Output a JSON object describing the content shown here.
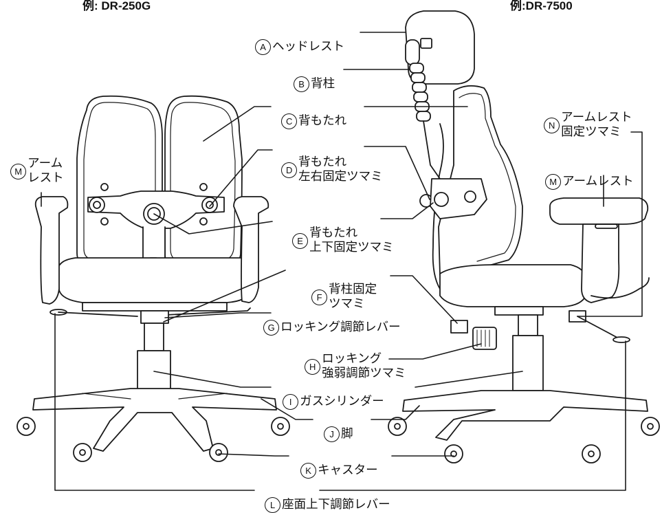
{
  "examples": {
    "left": "例: DR-250G",
    "right": "例:DR-7500"
  },
  "parts": {
    "A": {
      "letter": "A",
      "text": "ヘッドレスト"
    },
    "B": {
      "letter": "B",
      "text": "背柱"
    },
    "C": {
      "letter": "C",
      "text": "背もたれ"
    },
    "D": {
      "letter": "D",
      "line1": "背もたれ",
      "line2": "左右固定ツマミ"
    },
    "E": {
      "letter": "E",
      "line1": "背もたれ",
      "line2": "上下固定ツマミ"
    },
    "F": {
      "letter": "F",
      "line1": "背柱固定",
      "line2": "ツマミ"
    },
    "G": {
      "letter": "G",
      "text": "ロッキング調節レバー"
    },
    "H": {
      "letter": "H",
      "line1": "ロッキング",
      "line2": "強弱調節ツマミ"
    },
    "I": {
      "letter": "I",
      "text": "ガスシリンダー"
    },
    "J": {
      "letter": "J",
      "text": "脚"
    },
    "K": {
      "letter": "K",
      "text": "キャスター"
    },
    "L": {
      "letter": "L",
      "text": "座面上下調節レバー"
    },
    "M_left": {
      "letter": "M",
      "line1": "アーム",
      "line2": "レスト"
    },
    "M_right": {
      "letter": "M",
      "text": "アームレスト"
    },
    "N": {
      "letter": "N",
      "line1": "アームレスト",
      "line2": "固定ツマミ"
    }
  }
}
